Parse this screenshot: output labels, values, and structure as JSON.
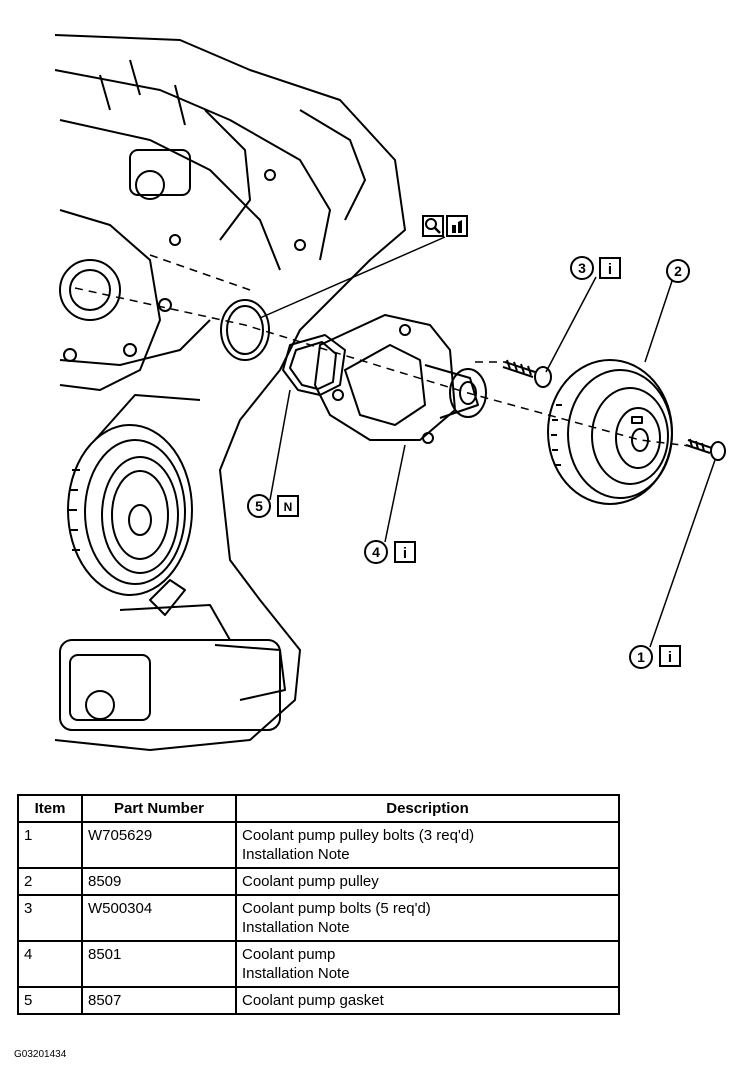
{
  "callouts": [
    {
      "number": "1",
      "icon": "info-icon"
    },
    {
      "number": "2",
      "icon": ""
    },
    {
      "number": "3",
      "icon": "info-icon"
    },
    {
      "number": "4",
      "icon": "info-icon"
    },
    {
      "number": "5",
      "icon": "new-part-icon",
      "icon_letter": "N"
    }
  ],
  "info_glyph": "i",
  "table": {
    "headers": {
      "item": "Item",
      "part_number": "Part Number",
      "description": "Description"
    },
    "rows": [
      {
        "item": "1",
        "part_number": "W705629",
        "description": "Coolant pump pulley bolts (3 req'd)",
        "note": "Installation Note"
      },
      {
        "item": "2",
        "part_number": "8509",
        "description": "Coolant pump pulley",
        "note": ""
      },
      {
        "item": "3",
        "part_number": "W500304",
        "description": "Coolant pump bolts (5 req'd)",
        "note": "Installation Note"
      },
      {
        "item": "4",
        "part_number": "8501",
        "description": "Coolant pump",
        "note": "Installation Note"
      },
      {
        "item": "5",
        "part_number": "8507",
        "description": "Coolant pump gasket",
        "note": ""
      }
    ]
  },
  "figure_code": "G03201434"
}
